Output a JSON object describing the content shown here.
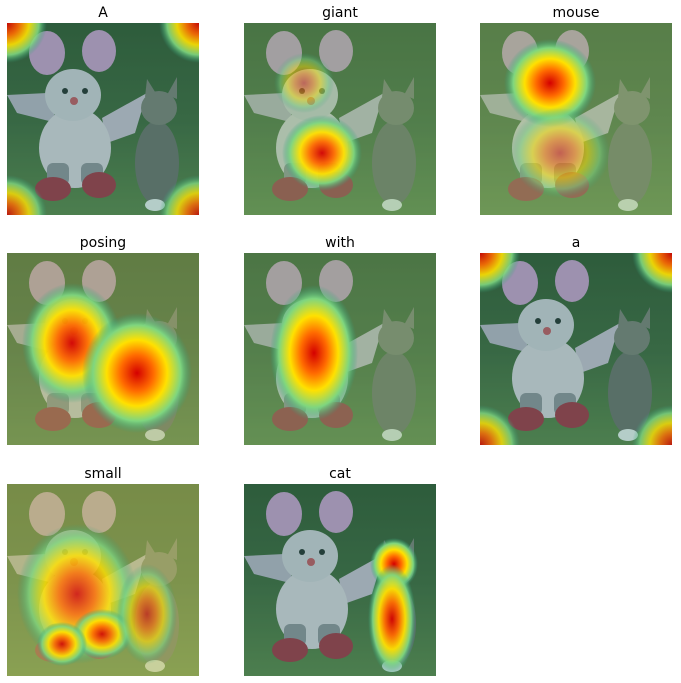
{
  "panels": [
    {
      "title": "A",
      "heat": "corners"
    },
    {
      "title": "giant",
      "heat": "belly"
    },
    {
      "title": "mouse",
      "heat": "head"
    },
    {
      "title": "posing",
      "heat": "wide"
    },
    {
      "title": "with",
      "heat": "torso"
    },
    {
      "title": "a",
      "heat": "corners"
    },
    {
      "title": "small",
      "heat": "diffuse"
    },
    {
      "title": "cat",
      "heat": "cat"
    }
  ],
  "colors": {
    "grass": "#5a7a3e",
    "grass_dark": "#2f4a24",
    "mouse_body": "#d8c9d4",
    "mouse_ear": "#c993c4",
    "shoes": "#a0273a",
    "cat": "#6a6560"
  }
}
